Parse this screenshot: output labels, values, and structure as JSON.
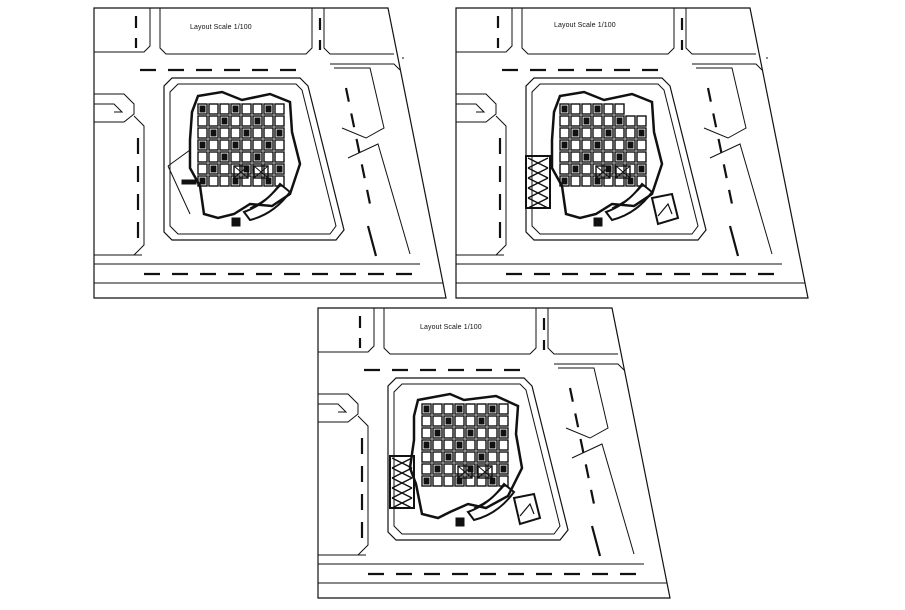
{
  "sheets": [
    {
      "title": "Layout Scale 1/100"
    },
    {
      "title": "Layout Scale 1/100"
    },
    {
      "title": "Layout Scale 1/100"
    }
  ],
  "colors": {
    "line": "#111111",
    "background": "#ffffff"
  }
}
